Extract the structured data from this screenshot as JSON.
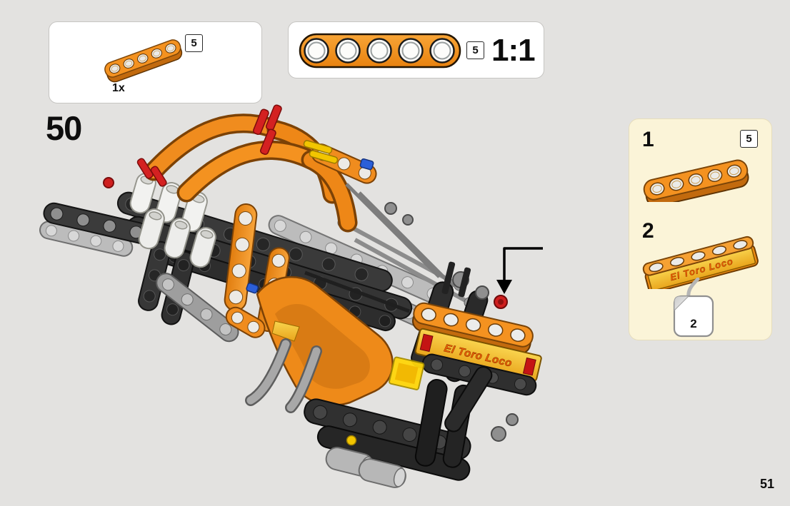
{
  "page": {
    "background_color": "#e3e2e0",
    "step_number": "50",
    "page_number": "51"
  },
  "callout_box": {
    "part": "technic-beam-5-orange",
    "quantity": "1x",
    "length_badge": "5"
  },
  "scale_box": {
    "part": "technic-beam-5-orange",
    "length_badge": "5",
    "scale_label": "1:1"
  },
  "substep_panel": {
    "background_color": "#fbf4d8",
    "step1": {
      "number": "1",
      "length_badge": "5",
      "part": "technic-beam-5-orange"
    },
    "step2": {
      "number": "2",
      "part": "technic-beam-5-orange-with-sticker",
      "sticker_text": "El Toro Loco",
      "sticker_sheet_number": "2"
    }
  },
  "model": {
    "sticker_text": "El Toro Loco"
  },
  "colors": {
    "beam_orange": "#f08c1e",
    "sticker_gold": "#f2c33a",
    "pin_red": "#d42121",
    "pin_blue": "#2b5fd9",
    "pin_yellow": "#f2c500",
    "dark_gray": "#3a3a3a",
    "light_gray": "#bcbcbc"
  }
}
